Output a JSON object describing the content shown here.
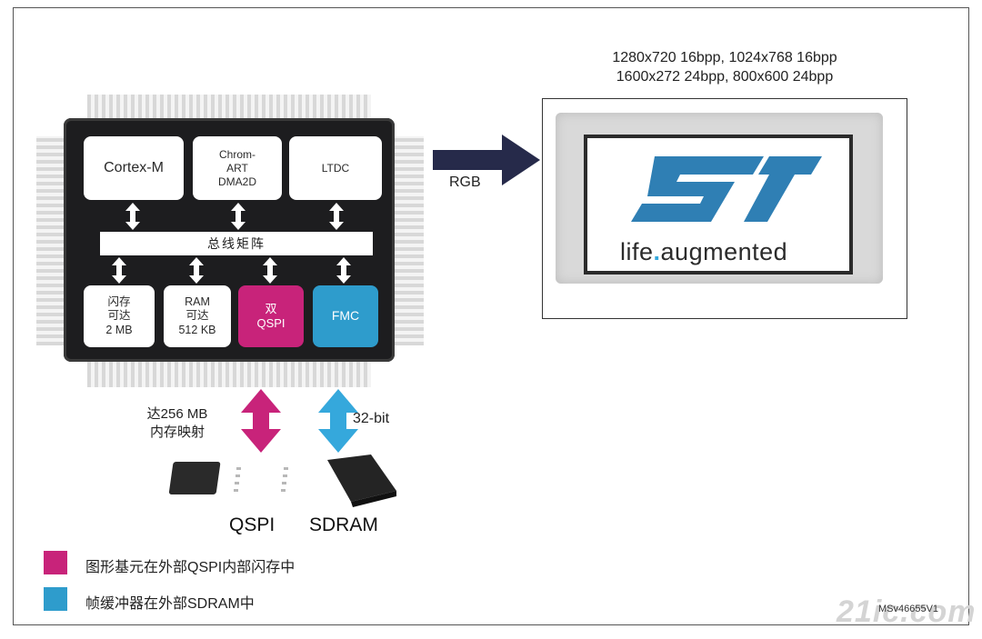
{
  "chip": {
    "cortex": "Cortex-M",
    "chrom_art": [
      "Chrom-",
      "ART",
      "DMA2D"
    ],
    "ltdc": "LTDC",
    "bus_matrix": "总线矩阵",
    "flash": [
      "闪存",
      "可达",
      "2 MB"
    ],
    "ram": [
      "RAM",
      "可达",
      "512 KB"
    ],
    "qspi": [
      "双",
      "QSPI"
    ],
    "fmc": "FMC"
  },
  "rgb_label": "RGB",
  "resolutions": [
    "1280x720 16bpp, 1024x768 16bpp",
    "1600x272 24bpp, 800x600 24bpp"
  ],
  "display": {
    "logo": "ST",
    "tagline_a": "life",
    "tagline_dot": ".",
    "tagline_b": "augmented"
  },
  "qspi_caption": [
    "达256 MB",
    "内存映射"
  ],
  "sdram_caption": "32-bit",
  "qspi_label": "QSPI",
  "sdram_label": "SDRAM",
  "legend": [
    {
      "color": "#c8237a",
      "text": "图形基元在外部QSPI内部闪存中"
    },
    {
      "color": "#2e9ccc",
      "text": "帧缓冲器在外部SDRAM中"
    }
  ],
  "figure_code": "MSv46655V1",
  "watermark": "21ic.com",
  "colors": {
    "qspi": "#c8237a",
    "fmc": "#2e9ccc",
    "arrow_dark": "#262a4a"
  }
}
